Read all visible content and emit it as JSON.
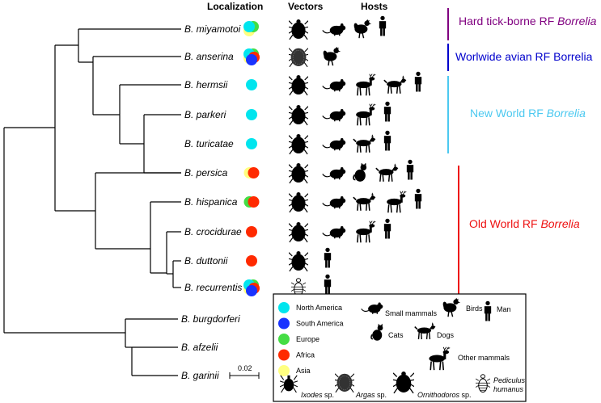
{
  "headers": {
    "localization": "Localization",
    "vectors": "Vectors",
    "hosts": "Hosts"
  },
  "species": [
    {
      "name": "B. miyamotoi",
      "dots": [
        "#ffff80",
        "#44dd44",
        "#00e5ee"
      ],
      "vector": "tick",
      "hosts": [
        "rodent",
        "bird",
        "man"
      ]
    },
    {
      "name": "B. anserina",
      "dots": [
        "#ffff80",
        "#44dd44",
        "#00e5ee",
        "#ff2a00",
        "#1a33ff"
      ],
      "vector": "tick-argas",
      "hosts": [
        "bird"
      ]
    },
    {
      "name": "B. hermsii",
      "dots": [
        "#00e5ee"
      ],
      "vector": "tick",
      "hosts": [
        "rodent",
        "deer",
        "dog",
        "man"
      ]
    },
    {
      "name": "B. parkeri",
      "dots": [
        "#00e5ee"
      ],
      "vector": "tick",
      "hosts": [
        "rodent",
        "deer",
        "man"
      ]
    },
    {
      "name": "B. turicatae",
      "dots": [
        "#00e5ee"
      ],
      "vector": "tick",
      "hosts": [
        "rodent",
        "dog",
        "man"
      ]
    },
    {
      "name": "B. persica",
      "dots": [
        "#ffff80",
        "#ff2a00"
      ],
      "vector": "tick",
      "hosts": [
        "rodent",
        "cat",
        "dog",
        "man"
      ]
    },
    {
      "name": "B. hispanica",
      "dots": [
        "#44dd44",
        "#ff2a00"
      ],
      "vector": "tick",
      "hosts": [
        "rodent",
        "dog",
        "deer",
        "man"
      ]
    },
    {
      "name": "B. crocidurae",
      "dots": [
        "#ff2a00"
      ],
      "vector": "tick",
      "hosts": [
        "rodent",
        "deer",
        "man"
      ]
    },
    {
      "name": "B. duttonii",
      "dots": [
        "#ff2a00"
      ],
      "vector": "tick",
      "hosts": [
        "man"
      ]
    },
    {
      "name": "B. recurrentis",
      "dots": [
        "#ffff80",
        "#44dd44",
        "#00e5ee",
        "#ff2a00",
        "#1a33ff"
      ],
      "vector": "louse",
      "hosts": [
        "man"
      ]
    },
    {
      "name": "B. burgdorferi",
      "dots": [],
      "vector": "",
      "hosts": []
    },
    {
      "name": "B. afzelii",
      "dots": [],
      "vector": "",
      "hosts": []
    },
    {
      "name": "B. garinii",
      "dots": [],
      "vector": "",
      "hosts": []
    }
  ],
  "groups": [
    {
      "prefix": "Hard tick-borne RF ",
      "suffix": "Borrelia",
      "color": "#800080"
    },
    {
      "prefix": "Worlwide avian RF Borrelia",
      "suffix": "",
      "color": "#0000cc"
    },
    {
      "prefix": "New World RF ",
      "suffix": "Borrelia",
      "color": "#4cc9f0"
    },
    {
      "prefix": "Old World RF ",
      "suffix": "Borrelia",
      "color": "#ee1111"
    }
  ],
  "scale_bar": "0.02",
  "legend": {
    "regions": [
      {
        "label": "North America",
        "color": "#00e5ee"
      },
      {
        "label": "South America",
        "color": "#1a33ff"
      },
      {
        "label": "Europe",
        "color": "#44dd44"
      },
      {
        "label": "Africa",
        "color": "#ff2a00"
      },
      {
        "label": "Asia",
        "color": "#ffff80"
      }
    ],
    "hosts": {
      "small_mammals": "Small mammals",
      "birds": "Birds",
      "man": "Man",
      "cats": "Cats",
      "dogs": "Dogs",
      "other_mammals": "Other mammals"
    },
    "vectors": {
      "ixodes_genus": "Ixodes",
      "ixodes_suffix": " sp.",
      "argas_genus": "Argas",
      "argas_suffix": " sp.",
      "ornitho_genus": "Ornithodoros",
      "ornitho_suffix": " sp.",
      "pediculus_line1": "Pediculus",
      "pediculus_line2": "humanus"
    }
  }
}
